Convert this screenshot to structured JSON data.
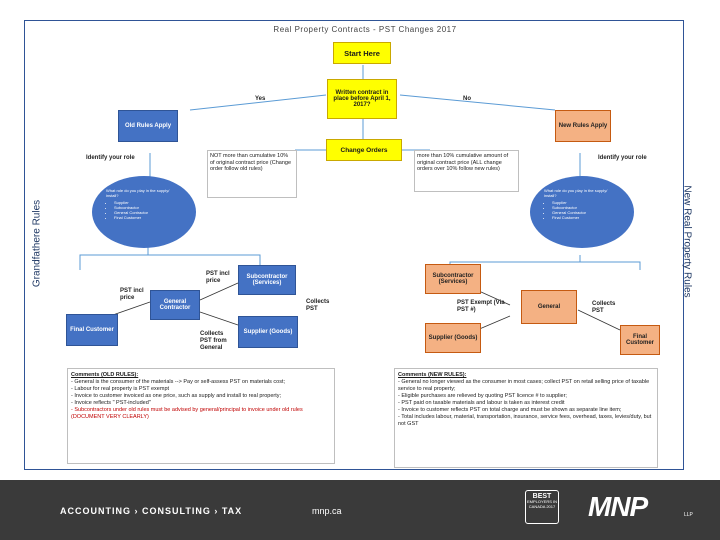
{
  "title": "Real Property Contracts - PST Changes 2017",
  "side_left": "Grandfathere Rules",
  "side_right": "New Real Property Rules",
  "nodes": {
    "start": "Start Here",
    "written": "Written contract in place before April 1, 2017?",
    "yes": "Yes",
    "no": "No",
    "old_rules": "Old Rules Apply",
    "new_rules": "New Rules Apply",
    "change_orders": "Change Orders",
    "identify_left": "Identify your role",
    "identify_right": "Identify your role",
    "not_more": "NOT more than cumulative 10% of original contract price (Change order follow old rules)",
    "more_than": "more than 10% cumulative amount of original contract price (ALL change orders over 10% follow new rules)"
  },
  "left_circle": {
    "heading": "What role do you play in the supply/ install?",
    "items": [
      "Supplier",
      "Subcontractor",
      "General Contractor",
      "Final Customer"
    ]
  },
  "right_circle": {
    "heading": "What role do you play in the supply/ install?",
    "items": [
      "Supplier",
      "Subcontractor",
      "General Contractor",
      "Final Customer"
    ]
  },
  "left_flow": {
    "subcontractor": "Subcontractor (Services)",
    "pst_incl_price_top": "PST incl price",
    "pst_incl_price_left": "PST incl price",
    "general": "General Contractor",
    "collects_pst": "Collects PST",
    "final": "Final Customer",
    "supplier": "Supplier (Goods)",
    "collects_from": "Collects PST from General"
  },
  "right_flow": {
    "subcontractor": "Subcontractor (Services)",
    "pst_exempt": "PST Exempt (Via PST #)",
    "general": "General",
    "collects_pst": "Collects PST",
    "supplier": "Supplier (Goods)",
    "final": "Final Customer"
  },
  "comments_old": {
    "heading": "Comments (OLD RULES):",
    "lines": [
      "- General is the consumer of the materials --> Pay or self-assess PST on materials cost;",
      "- Labour for real property is PST exempt",
      "- Invoice to customer invoiced as one price, such as supply and install to real property;",
      "- Invoice reflects \" PST-included\""
    ],
    "red": "- Subcontractors under old rules must be advised by general/principal to invoice under old rules (DOCUMENT VERY CLEARLY)"
  },
  "comments_new": {
    "heading": "Comments (NEW RULES):",
    "lines": [
      "- General no longer viewed as the consumer in most cases; collect PST on retail selling price of taxable service to real property;",
      "- Eligible purchases are relieved by quoting PST licence # to supplier;",
      "- PST paid on taxable materials and labour is taken as interest credit",
      "- Invoice to customer reflects PST on total charge and must be shown as separate line item;",
      "- Total includes labour, material, transportation, insurance, service fees, overhead, taxes, levies/duty, but not GST"
    ]
  },
  "footer": {
    "tagline": "ACCOUNTING  ›  CONSULTING  ›  TAX",
    "site": "mnp.ca",
    "logo": "MNP",
    "llp": "LLP",
    "badge_big": "BEST",
    "badge_small": "EMPLOYERS IN CANADA 2017"
  },
  "colors": {
    "blue": "#4472c4",
    "yellow": "#ffff00",
    "orange": "#f4b183",
    "footer": "#3a3a3a"
  }
}
